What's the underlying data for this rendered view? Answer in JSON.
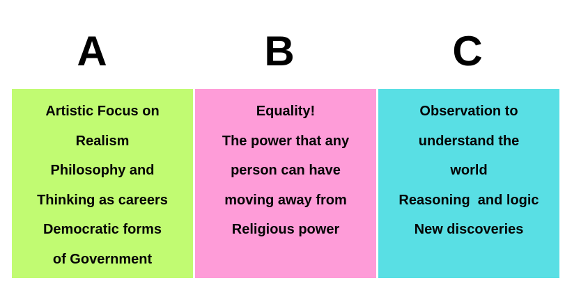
{
  "canvas": {
    "background_color": "#ffffff",
    "text_color": "#050505"
  },
  "columns": [
    {
      "label": "A",
      "color": "#C1FB72",
      "lines": [
        "Artistic Focus on",
        "Realism",
        "Philosophy and",
        "Thinking as careers",
        "Democratic forms",
        "of Government"
      ]
    },
    {
      "label": "B",
      "color": "#FE9CD8",
      "lines": [
        "Equality!",
        "The power that any",
        "person can have",
        "moving away from",
        "Religious power"
      ]
    },
    {
      "label": "C",
      "color": "#59DFE4",
      "lines": [
        "Observation to",
        "understand the",
        "world",
        "Reasoning  and logic",
        "New discoveries"
      ]
    }
  ]
}
